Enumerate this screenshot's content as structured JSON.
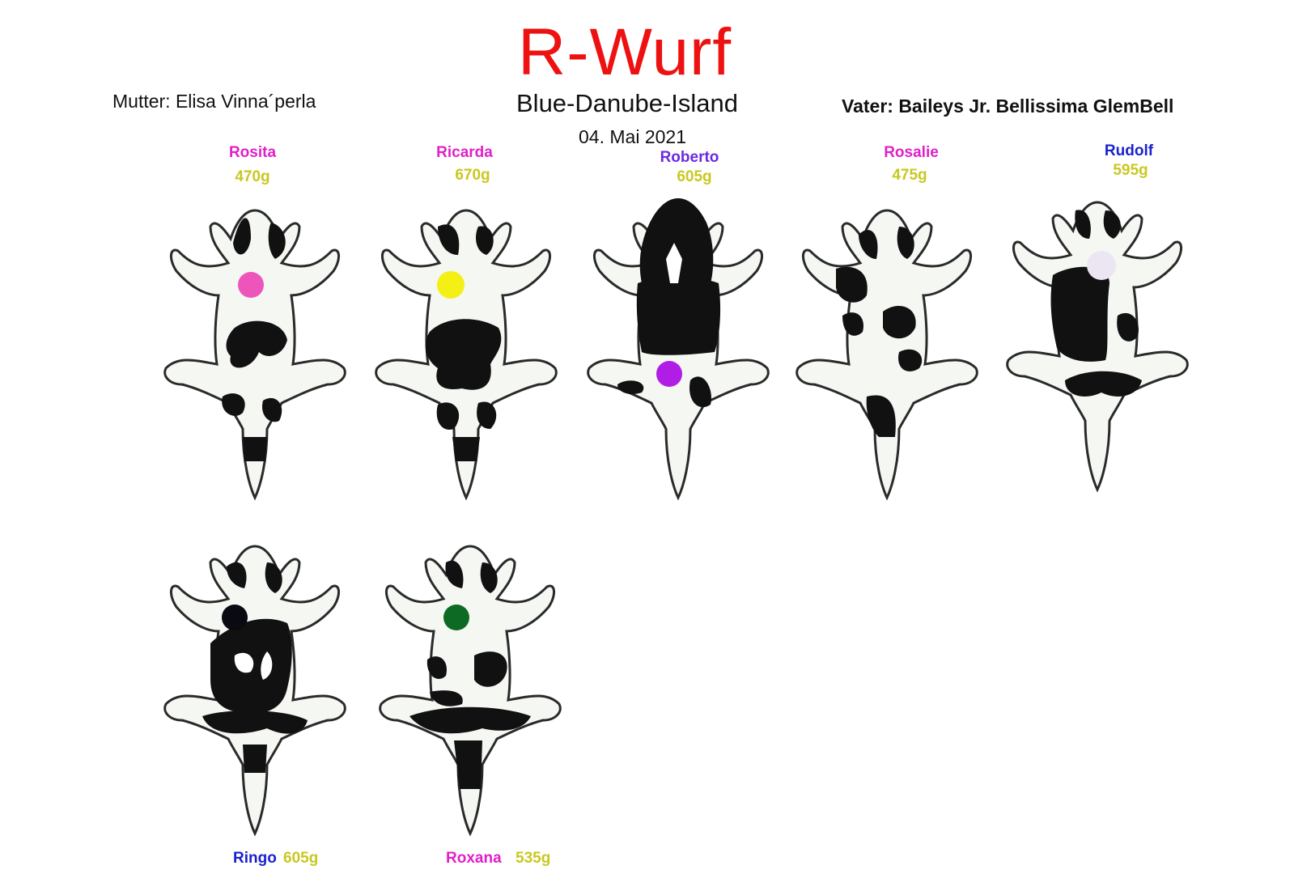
{
  "header": {
    "title": "R-Wurf",
    "mother": "Mutter: Elisa Vinna´perla",
    "kennel": "Blue-Danube-Island",
    "date": "04. Mai 2021",
    "father": "Vater: Baileys Jr. Bellissima GlemBell"
  },
  "colors": {
    "title": "#ee1111",
    "female_name": "#e020c8",
    "male_name_blue": "#1a22cc",
    "male_name_violet": "#6a2ae0",
    "weight": "#c8c820"
  },
  "puppies": [
    {
      "name": "Rosita",
      "weight": "470g",
      "marker_color": "#ee55bb",
      "name_color": "#e020c8"
    },
    {
      "name": "Ricarda",
      "weight": "670g",
      "marker_color": "#f4f016",
      "name_color": "#e020c8"
    },
    {
      "name": "Roberto",
      "weight": "605g",
      "marker_color": "#b01ee6",
      "name_color": "#6a2ae0"
    },
    {
      "name": "Rosalie",
      "weight": "475g",
      "marker_color": "",
      "name_color": "#e020c8"
    },
    {
      "name": "Rudolf",
      "weight": "595g",
      "marker_color": "#ece6f2",
      "name_color": "#1a22cc"
    },
    {
      "name": "Ringo",
      "weight": "605g",
      "marker_color": "#0a0a12",
      "name_color": "#1a22cc"
    },
    {
      "name": "Roxana",
      "weight": "535g",
      "marker_color": "#0d6a24",
      "name_color": "#e020c8"
    }
  ]
}
